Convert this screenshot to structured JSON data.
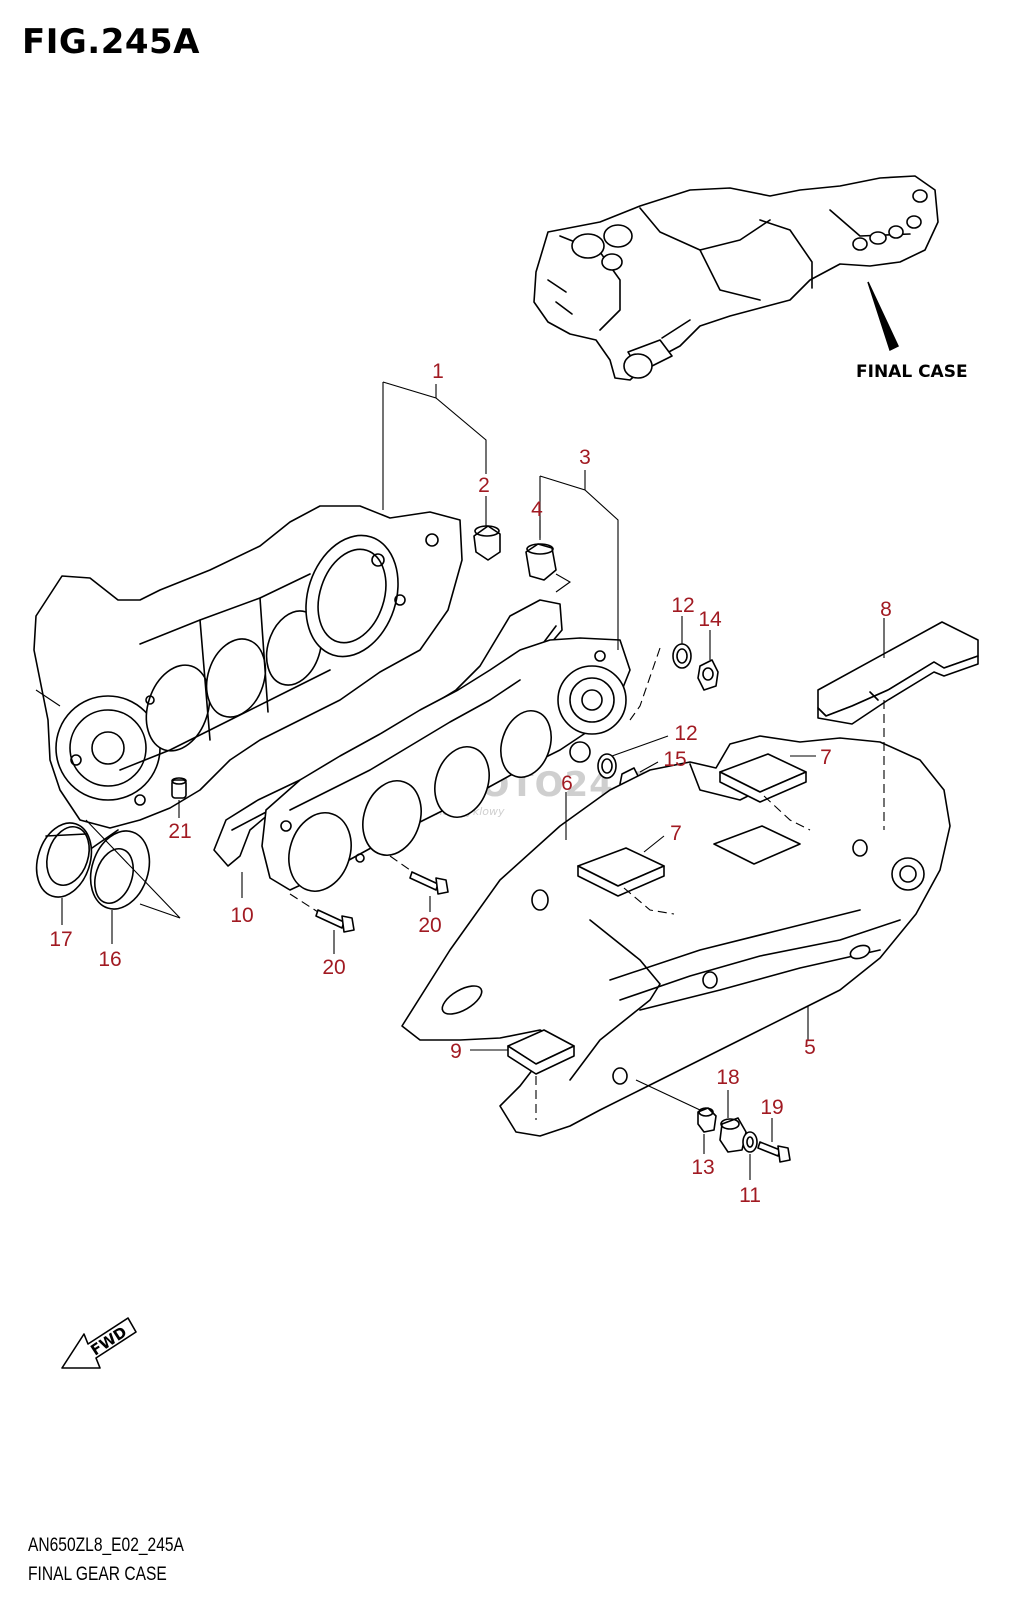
{
  "figure": {
    "title": "FIG.245A",
    "model_code": "AN650ZL8_E02_245A",
    "section_name": "FINAL GEAR CASE"
  },
  "inset": {
    "label": "FINAL CASE"
  },
  "watermark": {
    "main": "SKLEPMOTO24.PL",
    "sub": "internetowy sklep motocyklowy"
  },
  "fwd_label": "FWD",
  "callout_color": "#a11a22",
  "callouts": {
    "c1": "1",
    "c2": "2",
    "c3": "3",
    "c4": "4",
    "c5": "5",
    "c6": "6",
    "c7a": "7",
    "c7b": "7",
    "c8": "8",
    "c9": "9",
    "c10": "10",
    "c11": "11",
    "c12a": "12",
    "c12b": "12",
    "c13": "13",
    "c14": "14",
    "c15": "15",
    "c16": "16",
    "c17": "17",
    "c18": "18",
    "c19": "19",
    "c20a": "20",
    "c20b": "20",
    "c21": "21"
  }
}
